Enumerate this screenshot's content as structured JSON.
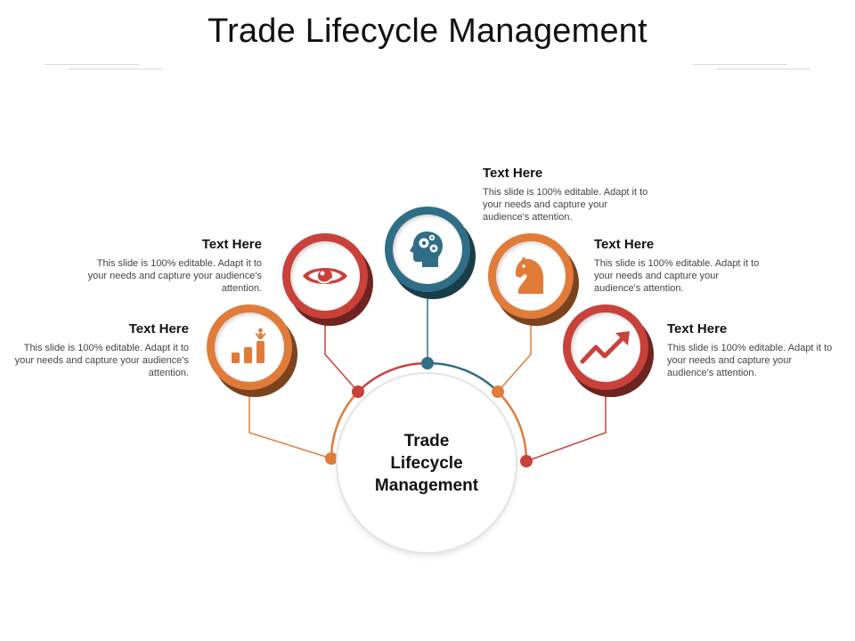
{
  "title": "Trade Lifecycle Management",
  "hub": {
    "text": "Trade\nLifecycle\nManagement"
  },
  "colors": {
    "orange": "#e07b39",
    "red": "#c8413b",
    "teal": "#2f6e86"
  },
  "items": [
    {
      "heading": "Text Here",
      "body": "This slide is 100% editable. Adapt it to your needs and capture your audience's attention.",
      "icon": "bar-chart-growth-icon",
      "color": "orange"
    },
    {
      "heading": "Text Here",
      "body": "This slide is 100% editable. Adapt it to your needs and capture your audience's attention.",
      "icon": "eye-icon",
      "color": "red"
    },
    {
      "heading": "Text Here",
      "body": "This slide is 100% editable. Adapt it to your needs and capture your audience's attention.",
      "icon": "head-gears-icon",
      "color": "teal"
    },
    {
      "heading": "Text Here",
      "body": "This slide is 100% editable. Adapt it to your needs and capture your audience's attention.",
      "icon": "chess-knight-icon",
      "color": "orange"
    },
    {
      "heading": "Text Here",
      "body": "This slide is 100% editable. Adapt it to your needs and capture your audience's attention.",
      "icon": "trend-arrow-icon",
      "color": "red"
    }
  ]
}
